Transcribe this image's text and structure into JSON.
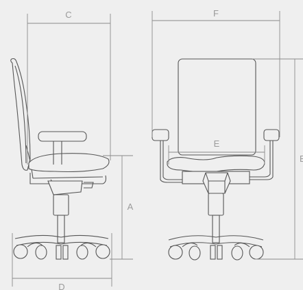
{
  "labels": {
    "A": "A",
    "B": "B",
    "C": "C",
    "D": "D",
    "E": "E",
    "F": "F"
  },
  "colors": {
    "background": "#efefef",
    "stroke": "#555555",
    "dimension": "#8a8a8a",
    "label": "#9a9a9a"
  }
}
